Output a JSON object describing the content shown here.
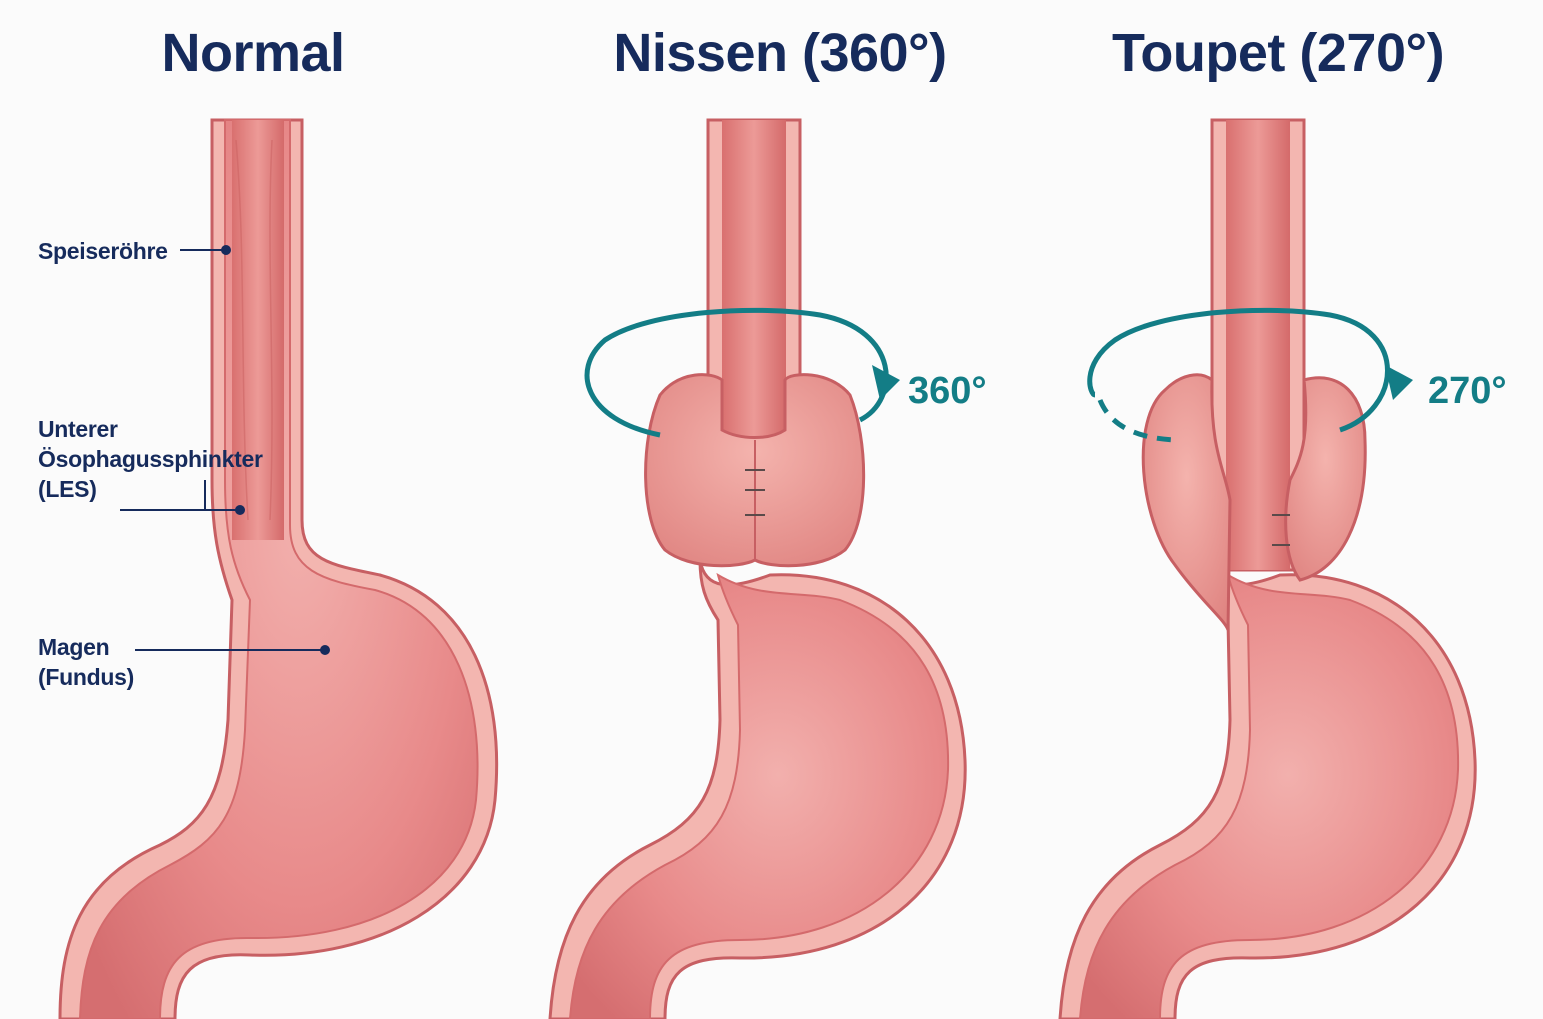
{
  "panels": [
    {
      "title": "Normal"
    },
    {
      "title": "Nissen (360°)",
      "angle_label": "360°"
    },
    {
      "title": "Toupet (270°)",
      "angle_label": "270°"
    }
  ],
  "labels": {
    "esophagus": "Speiseröhre",
    "les_line1": "Unterer",
    "les_line2": "Ösophagussphinkter",
    "les_line3": "(LES)",
    "stomach_line1": "Magen",
    "stomach_line2": "(Fundus)"
  },
  "colors": {
    "title": "#162b5c",
    "arrow": "#137d86",
    "tissue": "#e88a8a",
    "tissue_dark": "#c75f63",
    "wall": "#f3b6b0"
  }
}
